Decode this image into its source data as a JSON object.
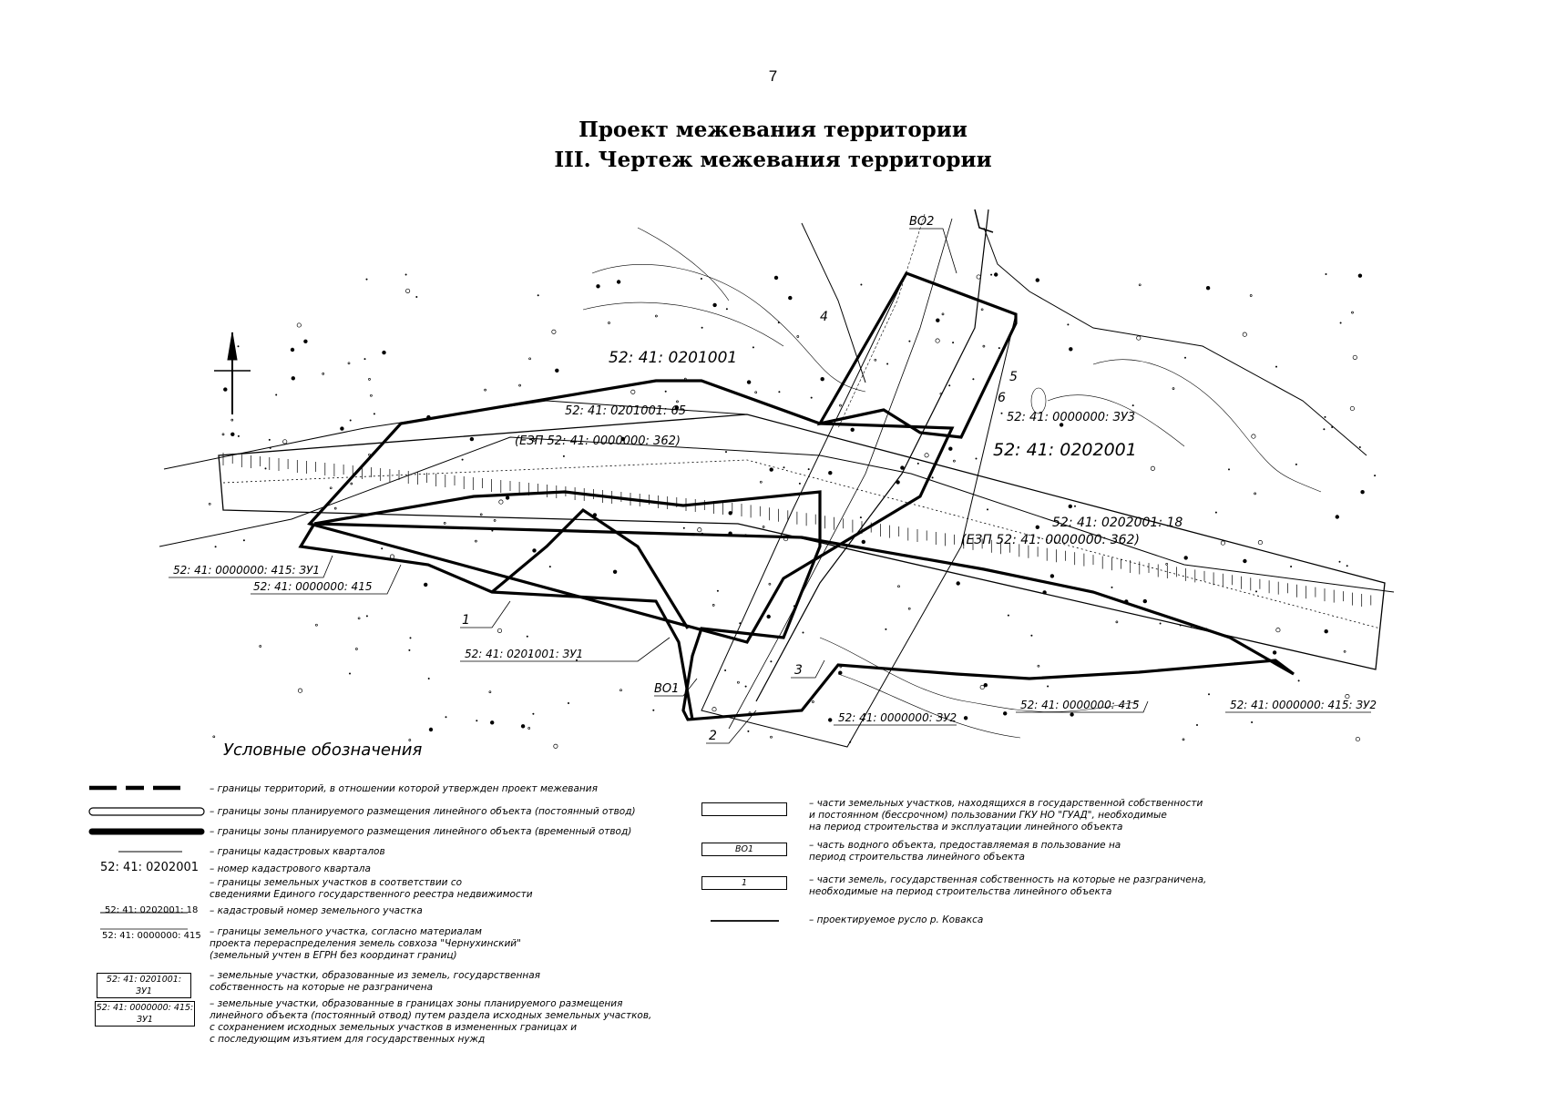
{
  "page": {
    "number": "7",
    "title_line1": "Проект межевания территории",
    "title_line2": "III. Чертеж межевания территории"
  },
  "map": {
    "quarters": [
      "52: 41: 0201001",
      "52: 41: 0202001"
    ],
    "parcels": [
      "52: 41: 0000000: 415: ЗУ1",
      "52: 41: 0000000: 415",
      "52: 41: 0201001: ЗУ1",
      "52: 41: 0000000: ЗУ2",
      "52: 41: 0000000: 415",
      "52: 41: 0000000: 415: ЗУ2",
      "52: 41: 0000000: ЗУ3",
      "52: 41: 0202001: 18",
      "(ЕЗП 52: 41: 0000000: 362)",
      "52: 41: 0201001: 65",
      "(ЕЗП 52: 41: 0000000: 362)"
    ],
    "water_objects": [
      "ВО1",
      "ВО2"
    ],
    "zone_numbers": [
      "1",
      "2",
      "3",
      "4",
      "5",
      "6"
    ]
  },
  "legend": {
    "title": "Условные обозначения",
    "left_items": [
      {
        "code": "",
        "text": "– границы территорий, в отношении которой утвержден проект межевания"
      },
      {
        "code": "",
        "text": "– границы зоны планируемого размещения линейного объекта (постоянный отвод)"
      },
      {
        "code": "",
        "text": "– границы зоны планируемого размещения линейного объекта (временный отвод)"
      },
      {
        "code": "",
        "text": "– границы кадастровых кварталов"
      },
      {
        "code": "52: 41: 0202001",
        "text": "– номер кадастрового квартала"
      },
      {
        "code": "",
        "text": "– границы земельных участков в соответствии со|сведениями Единого государственного реестра недвижимости"
      },
      {
        "code": "52: 41: 0202001: 18",
        "text": "– кадастровый номер земельного участка"
      },
      {
        "code": "52: 41: 0000000: 415",
        "text": "– границы земельного участка, согласно материалам|проекта перераспределения земель совхоза \"Чернухинский\"|(земельный учтен в ЕГРН без координат границ)"
      },
      {
        "code": "52: 41: 0201001: ЗУ1",
        "text": "– земельные участки, образованные из земель, государственная|собственность на которые не разграничена"
      },
      {
        "code": "52: 41: 0000000: 415: ЗУ1",
        "text": "– земельные участки, образованные в границах зоны планируемого размещения|линейного объекта (постоянный отвод) путем раздела исходных земельных участков,|с сохранением исходных земельных участков в измененных границах и|с последующим изъятием для государственных нужд"
      }
    ],
    "right_items": [
      {
        "code": "",
        "text": "– части земельных участков, находящихся в государственной собственности|и постоянном (бессрочном) пользовании ГКУ НО \"ГУАД\", необходимые|на период строительства и эксплуатации линейного объекта"
      },
      {
        "code": "ВО1",
        "text": "– часть водного объекта, предоставляемая в пользование на|период строительства линейного объекта"
      },
      {
        "code": "1",
        "text": "– части земель, государственная собственность на которые не разграничена,|необходимые на период строительства линейного объекта"
      },
      {
        "code": "",
        "text": "– проектируемое русло р. Ковакса"
      }
    ]
  }
}
